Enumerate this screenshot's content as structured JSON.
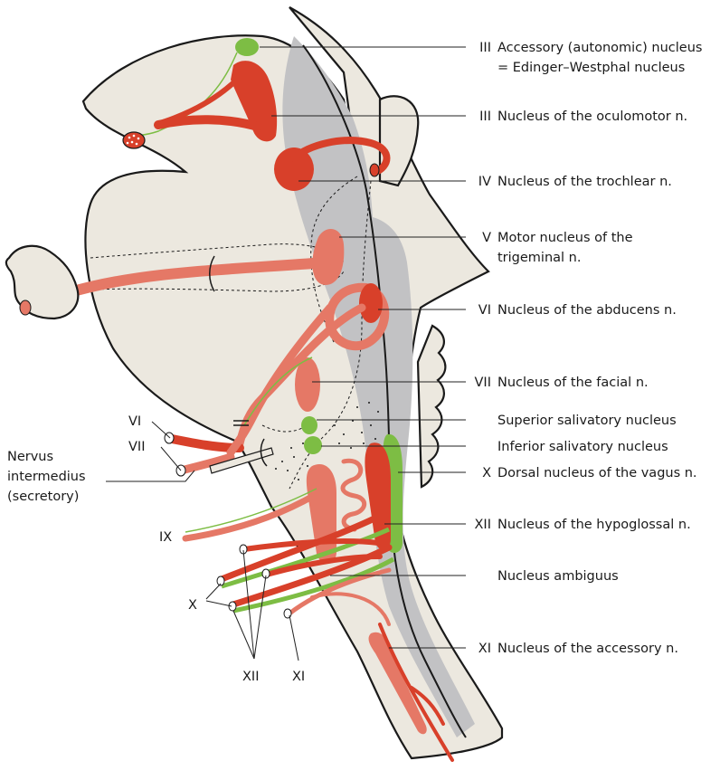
{
  "labels_right": [
    {
      "roman": "III",
      "lines": [
        "Accessory (autonomic) nucleus",
        "= Edinger–Westphal nucleus"
      ]
    },
    {
      "roman": "III",
      "lines": [
        "Nucleus of the oculomotor n."
      ]
    },
    {
      "roman": "IV",
      "lines": [
        "Nucleus of the trochlear n."
      ]
    },
    {
      "roman": "V",
      "lines": [
        "Motor nucleus of the",
        "trigeminal n."
      ]
    },
    {
      "roman": "VI",
      "lines": [
        "Nucleus of the abducens n."
      ]
    },
    {
      "roman": "VII",
      "lines": [
        "Nucleus of the facial n."
      ]
    },
    {
      "roman": "",
      "lines": [
        "Superior salivatory nucleus"
      ]
    },
    {
      "roman": "",
      "lines": [
        "Inferior salivatory nucleus"
      ]
    },
    {
      "roman": "X",
      "lines": [
        "Dorsal nucleus of the vagus n."
      ]
    },
    {
      "roman": "XII",
      "lines": [
        "Nucleus of the hypoglossal n."
      ]
    },
    {
      "roman": "",
      "lines": [
        "Nucleus ambiguus"
      ]
    },
    {
      "roman": "XI",
      "lines": [
        "Nucleus of the accessory n."
      ]
    }
  ],
  "labels_left": {
    "vi": "VI",
    "vii": "VII",
    "intermedius": [
      "Nervus",
      "intermedius",
      "(secretory)"
    ],
    "ix": "IX",
    "x": "X",
    "xii": "XII",
    "xi": "XI"
  },
  "colors": {
    "motor_nucleus": "#d8402a",
    "nerve_salmon": "#e57866",
    "autonomic": "#7dbd44",
    "brainstem": "#ece8df",
    "ventricle": "#c2c2c4"
  }
}
